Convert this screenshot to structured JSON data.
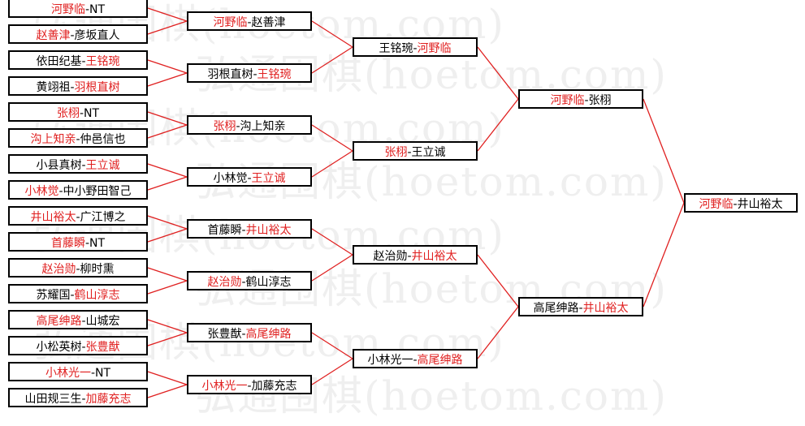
{
  "colors": {
    "winner": "#e02020",
    "loser": "#000000",
    "line": "#e02020",
    "border": "#000000"
  },
  "watermark_text": "弘通围棋(hoetom.com)",
  "separator": "-",
  "rounds": [
    {
      "name": "round-1",
      "matches": [
        {
          "left": "河野临",
          "right": "NT",
          "winner": "left"
        },
        {
          "left": "赵善津",
          "right": "彦坂直人",
          "winner": "left"
        },
        {
          "left": "依田纪基",
          "right": "王铭琬",
          "winner": "right"
        },
        {
          "left": "黄翊祖",
          "right": "羽根直树",
          "winner": "right"
        },
        {
          "left": "张栩",
          "right": "NT",
          "winner": "left"
        },
        {
          "left": "沟上知亲",
          "right": "仲邑信也",
          "winner": "left"
        },
        {
          "left": "小县真树",
          "right": "王立诚",
          "winner": "right"
        },
        {
          "left": "小林觉",
          "right": "中小野田智己",
          "winner": "left"
        },
        {
          "left": "井山裕太",
          "right": "广江博之",
          "winner": "left"
        },
        {
          "left": "首藤瞬",
          "right": "NT",
          "winner": "left"
        },
        {
          "left": "赵治勋",
          "right": "柳时熏",
          "winner": "left"
        },
        {
          "left": "苏耀国",
          "right": "鹤山淳志",
          "winner": "right"
        },
        {
          "left": "高尾绅路",
          "right": "山城宏",
          "winner": "left"
        },
        {
          "left": "小松英树",
          "right": "张豊猷",
          "winner": "right"
        },
        {
          "left": "小林光一",
          "right": "NT",
          "winner": "left"
        },
        {
          "left": "山田规三生",
          "right": "加藤充志",
          "winner": "right"
        }
      ]
    },
    {
      "name": "round-2",
      "matches": [
        {
          "left": "河野临",
          "right": "赵善津",
          "winner": "left"
        },
        {
          "left": "羽根直树",
          "right": "王铭琬",
          "winner": "right"
        },
        {
          "left": "张栩",
          "right": "沟上知亲",
          "winner": "left"
        },
        {
          "left": "小林觉",
          "right": "王立诚",
          "winner": "right"
        },
        {
          "left": "首藤瞬",
          "right": "井山裕太",
          "winner": "right"
        },
        {
          "left": "赵治勋",
          "right": "鹤山淳志",
          "winner": "left"
        },
        {
          "left": "张豊猷",
          "right": "高尾绅路",
          "winner": "right"
        },
        {
          "left": "小林光一",
          "right": "加藤充志",
          "winner": "left"
        }
      ]
    },
    {
      "name": "round-3",
      "matches": [
        {
          "left": "王铭琬",
          "right": "河野临",
          "winner": "right"
        },
        {
          "left": "张栩",
          "right": "王立诚",
          "winner": "left"
        },
        {
          "left": "赵治勋",
          "right": "井山裕太",
          "winner": "right"
        },
        {
          "left": "小林光一",
          "right": "高尾绅路",
          "winner": "right"
        }
      ]
    },
    {
      "name": "round-4",
      "matches": [
        {
          "left": "河野临",
          "right": "张栩",
          "winner": "left"
        },
        {
          "left": "高尾绅路",
          "right": "井山裕太",
          "winner": "right"
        }
      ]
    },
    {
      "name": "round-5",
      "matches": [
        {
          "left": "河野临",
          "right": "井山裕太",
          "winner": "left"
        }
      ]
    }
  ]
}
